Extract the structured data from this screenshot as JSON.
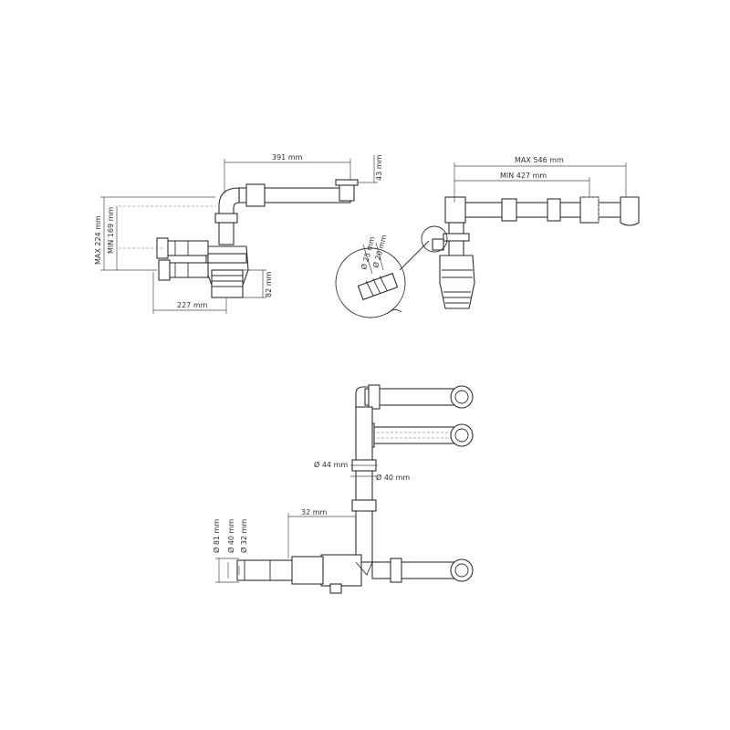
{
  "views": {
    "side": {
      "length_top": "391 mm",
      "height_elbow": "43 mm",
      "max_height": "MAX 224 mm",
      "min_height": "MIN 169 mm",
      "depth_body": "82 mm",
      "length_bottom": "227 mm"
    },
    "front": {
      "max_length": "MAX 546 mm",
      "min_length": "MIN 427 mm",
      "detail_d25": "Ø 25 mm",
      "detail_d20": "Ø 20 mm"
    },
    "top": {
      "d44": "Ø 44 mm",
      "d40_mid": "Ø 40 mm",
      "d32_top": "32 mm",
      "d81": "Ø 81 mm",
      "d40_left": "Ø 40 mm",
      "d32_left": "Ø 32 mm"
    }
  }
}
